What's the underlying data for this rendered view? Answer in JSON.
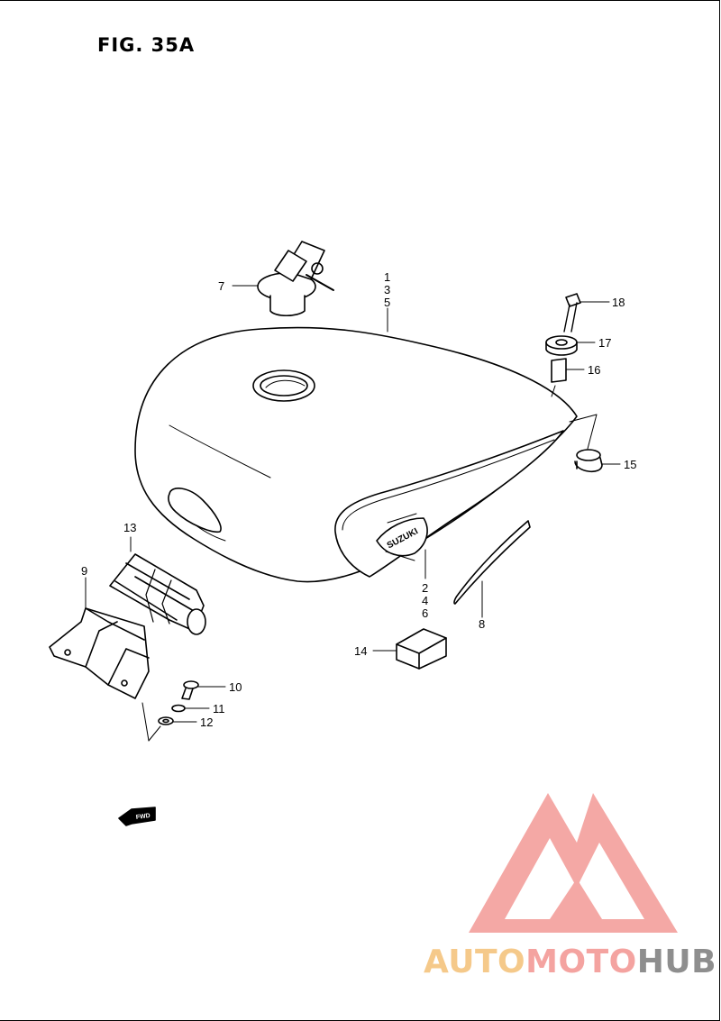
{
  "figure": {
    "title": "FIG. 35A"
  },
  "callouts": {
    "c1": "1",
    "c3": "3",
    "c5": "5",
    "c2": "2",
    "c4": "4",
    "c6": "6",
    "c7": "7",
    "c8": "8",
    "c9": "9",
    "c10": "10",
    "c11": "11",
    "c12": "12",
    "c13": "13",
    "c14": "14",
    "c15": "15",
    "c16": "16",
    "c17": "17",
    "c18": "18"
  },
  "emblem": {
    "text": "SUZUKI"
  },
  "fwd": {
    "label": "FWD"
  },
  "watermark": {
    "part1": "AUTO",
    "part2": "MOTO",
    "part3": "HUB",
    "colors": {
      "auto": "#f5c98a",
      "moto": "#f4a3a0",
      "hub": "#8e8e8e",
      "logo": "#f28a86"
    }
  }
}
